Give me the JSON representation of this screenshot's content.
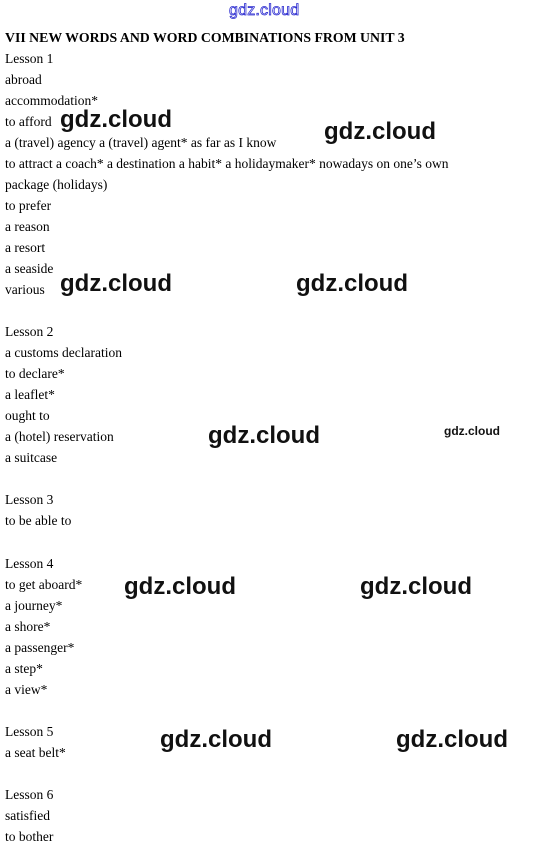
{
  "header_watermark": "gdz.cloud",
  "heading": "VII NEW WORDS AND WORD COMBINATIONS FROM UNIT 3",
  "lines": [
    "Lesson 1",
    "abroad",
    "accommodation*",
    "to afford",
    "a (travel) agency a (travel) agent* as far as I know",
    "to attract a coach* a destination a habit* a holidaymaker* nowadays on one’s own",
    "package (holidays)",
    "to prefer",
    "a reason",
    "a resort",
    "a seaside",
    "various",
    "Lesson 2",
    "a customs declaration",
    "to declare*",
    "a leaflet*",
    "ought to",
    "a (hotel) reservation",
    "a suitcase",
    "Lesson 3",
    "to be able to",
    "Lesson 4",
    "to get aboard*",
    "a journey*",
    "a shore*",
    "a passenger*",
    "a step*",
    "a view*",
    "Lesson 5",
    "a seat belt*",
    "Lesson 6",
    "satisfied",
    "to bother"
  ],
  "watermarks": [
    "gdz.cloud",
    "gdz.cloud",
    "gdz.cloud",
    "gdz.cloud",
    "gdz.cloud",
    "gdz.cloud",
    "gdz.cloud",
    "gdz.cloud",
    "gdz.cloud",
    "gdz.cloud"
  ]
}
